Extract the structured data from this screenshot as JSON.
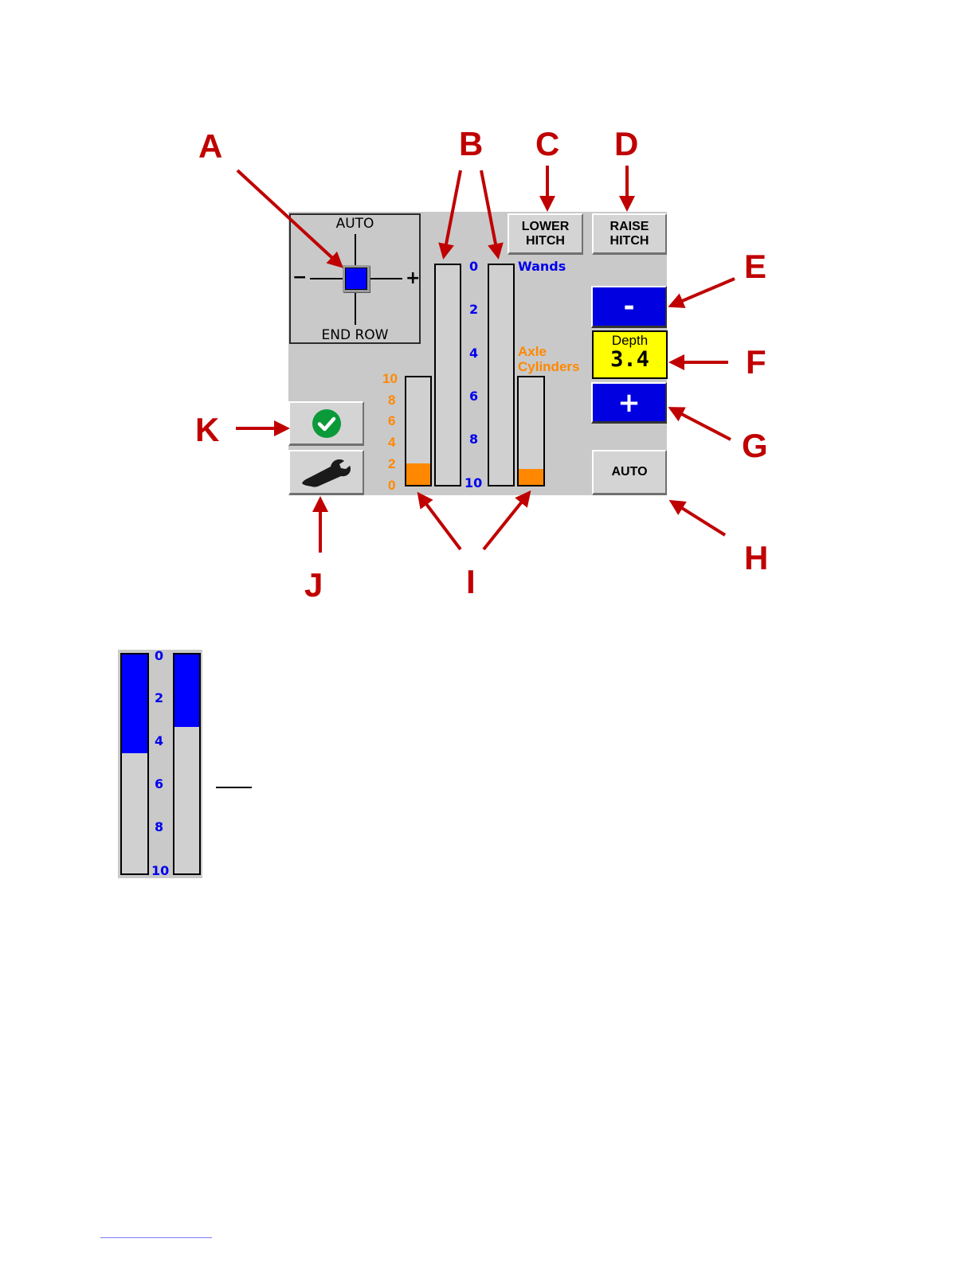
{
  "crosshair": {
    "top_label": "AUTO",
    "bottom_label": "END ROW",
    "minus_sign": "−",
    "plus_sign": "+"
  },
  "buttons": {
    "lower_hitch": "LOWER\nHITCH",
    "raise_hitch": "RAISE\nHITCH",
    "depth_minus": "-",
    "depth_plus": "+",
    "auto": "AUTO"
  },
  "depth": {
    "label": "Depth",
    "value": "3.4"
  },
  "wands_scale": {
    "label": "Wands",
    "ticks": [
      "0",
      "2",
      "4",
      "6",
      "8",
      "10"
    ],
    "left_level": 0,
    "right_level": 0
  },
  "axle_scale": {
    "label_line1": "Axle",
    "label_line2": "Cylinders",
    "ticks": [
      "10",
      "8",
      "6",
      "4",
      "2",
      "0"
    ],
    "left_level": 2,
    "right_level": 1.5
  },
  "detail_scale": {
    "ticks": [
      "0",
      "2",
      "4",
      "6",
      "8",
      "10"
    ],
    "left_level": 4.5,
    "right_level": 3.3
  },
  "callouts": {
    "A": "A",
    "B": "B",
    "C": "C",
    "D": "D",
    "E": "E",
    "F": "F",
    "G": "G",
    "H": "H",
    "I": "I",
    "J": "J",
    "K": "K"
  },
  "colors": {
    "gauge_blue": "#0000ff",
    "gauge_orange": "#ff8800",
    "callout_red": "#c00000",
    "depth_yellow": "#ffff00",
    "accept_green": "#0a9a3a"
  },
  "icons": {
    "accept": "check-circle-icon",
    "settings": "wrench-icon"
  }
}
